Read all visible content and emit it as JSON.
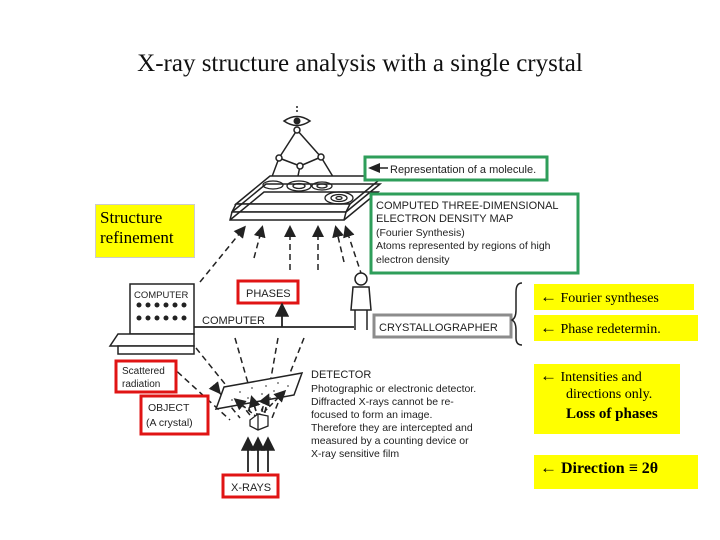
{
  "title": "X-ray structure analysis with a single crystal",
  "diagram_labels": {
    "molecule": "Representation of a molecule.",
    "map_title_1": "COMPUTED THREE-DIMENSIONAL",
    "map_title_2": "ELECTRON DENSITY MAP",
    "map_line_3": "(Fourier Synthesis)",
    "map_line_4": "Atoms represented by regions of high",
    "map_line_5": "electron density",
    "phases": "PHASES",
    "computer_small": "COMPUTER",
    "computer_big": "COMPUTER",
    "crystallographer": "CRYSTALLOGRAPHER",
    "scattered_1": "Scattered",
    "scattered_2": "radiation",
    "object_1": "OBJECT",
    "object_2": "(A crystal)",
    "detector_title": "DETECTOR",
    "detector_lines": [
      "Photographic or electronic detector.",
      "Diffracted X-rays cannot be re-",
      "focused to form an image.",
      "Therefore they are intercepted and",
      "measured by a counting device or",
      "X-ray sensitive film"
    ],
    "xrays": "X-RAYS"
  },
  "annotations": {
    "structure_refinement": "Structure refinement",
    "arrow": "←",
    "fourier": "Fourier syntheses",
    "phase_redetermin": "Phase redetermin.",
    "intensities_1": "Intensities",
    "intensities_and": "and",
    "intensities_2": "directions",
    "intensities_only": "only.",
    "loss": "Loss of phases",
    "direction": "Direction ≡ 2θ"
  },
  "colors": {
    "green_border": "#2e9e5a",
    "red_border": "#e01414",
    "gray_border": "#8c8c8c",
    "highlight": "#ffff00"
  }
}
